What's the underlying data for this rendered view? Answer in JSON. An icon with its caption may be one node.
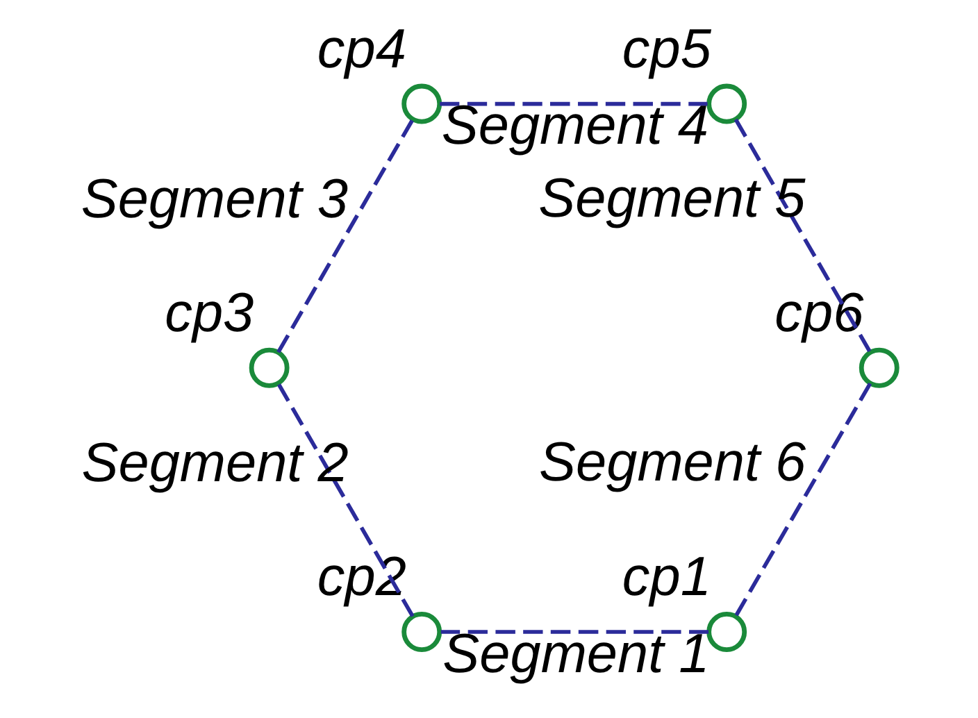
{
  "diagram": {
    "nodes": [
      {
        "text": [],
        "shape": "circle",
        "beside": [
          "cp1"
        ]
      },
      {
        "text": [],
        "shape": "circle",
        "beside": [
          "cp6"
        ]
      },
      {
        "text": [],
        "shape": "circle",
        "beside": [
          "cp5"
        ]
      },
      {
        "text": [],
        "shape": "circle",
        "beside": [
          "cp2"
        ]
      },
      {
        "text": [],
        "shape": "circle",
        "beside": [
          "cp4"
        ]
      },
      {
        "text": [],
        "shape": "circle",
        "beside": [
          "cp3"
        ]
      }
    ],
    "edges": [
      {
        "from": 0,
        "to": 3,
        "arrow": "none",
        "label": "Segment 1",
        "style": "dashed"
      },
      {
        "from": 3,
        "to": 5,
        "arrow": "none",
        "label": "Segment 2",
        "style": "dashed"
      },
      {
        "from": 5,
        "to": 4,
        "arrow": "none",
        "label": "Segment 3",
        "style": "dashed"
      },
      {
        "from": 4,
        "to": 2,
        "arrow": "none",
        "label": "Segment 4",
        "style": "dashed"
      },
      {
        "from": 2,
        "to": 1,
        "arrow": "none",
        "label": "Segment 5",
        "style": "dashed"
      },
      {
        "from": 1,
        "to": 0,
        "arrow": "none",
        "label": "Segment 6",
        "style": "dashed"
      }
    ]
  }
}
